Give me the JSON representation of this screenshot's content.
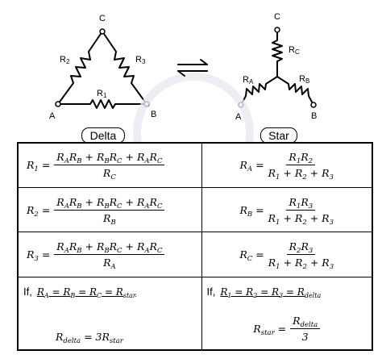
{
  "diagram": {
    "delta_nodes": {
      "top": "C",
      "left": "A",
      "right": "B"
    },
    "delta_resistors": {
      "left": "R2",
      "right": "R3",
      "bottom": "R1"
    },
    "star_nodes": {
      "top": "C",
      "left": "A",
      "right": "B"
    },
    "star_resistors": {
      "top": "RC",
      "left": "RA",
      "right": "RB"
    }
  },
  "tabs": {
    "delta": "Delta",
    "star": "Star"
  },
  "formulas": {
    "delta_to_star_rows": [
      {
        "lhs": "R₁",
        "num": "RₐR_B + R_BR_C + RₐR_C",
        "den": "R_C"
      },
      {
        "lhs": "R₂",
        "num": "RₐR_B + R_BR_C + RₐR_C",
        "den": "R_B"
      },
      {
        "lhs": "R₃",
        "num": "RₐR_B + R_BR_C + RₐR_C",
        "den": "Rₐ"
      }
    ],
    "star_from_delta_rows": [
      {
        "lhs": "Rₐ",
        "num": "R₁R₂",
        "den": "R₁ + R₂ + R₃"
      },
      {
        "lhs": "R_B",
        "num": "R₁R₃",
        "den": "R₁ + R₂ + R₃"
      },
      {
        "lhs": "R_C",
        "num": "R₂R₃",
        "den": "R₁ + R₂ + R₃"
      }
    ],
    "special_left": {
      "if": "If,",
      "condition": "RA = RB = RC = Rstar",
      "result": "Rdelta = 3Rstar"
    },
    "special_right": {
      "if": "If,",
      "condition": "R1 = R2 = R3 = Rdelta",
      "result_lhs": "Rstar",
      "result_num": "Rdelta",
      "result_den": "3"
    }
  }
}
